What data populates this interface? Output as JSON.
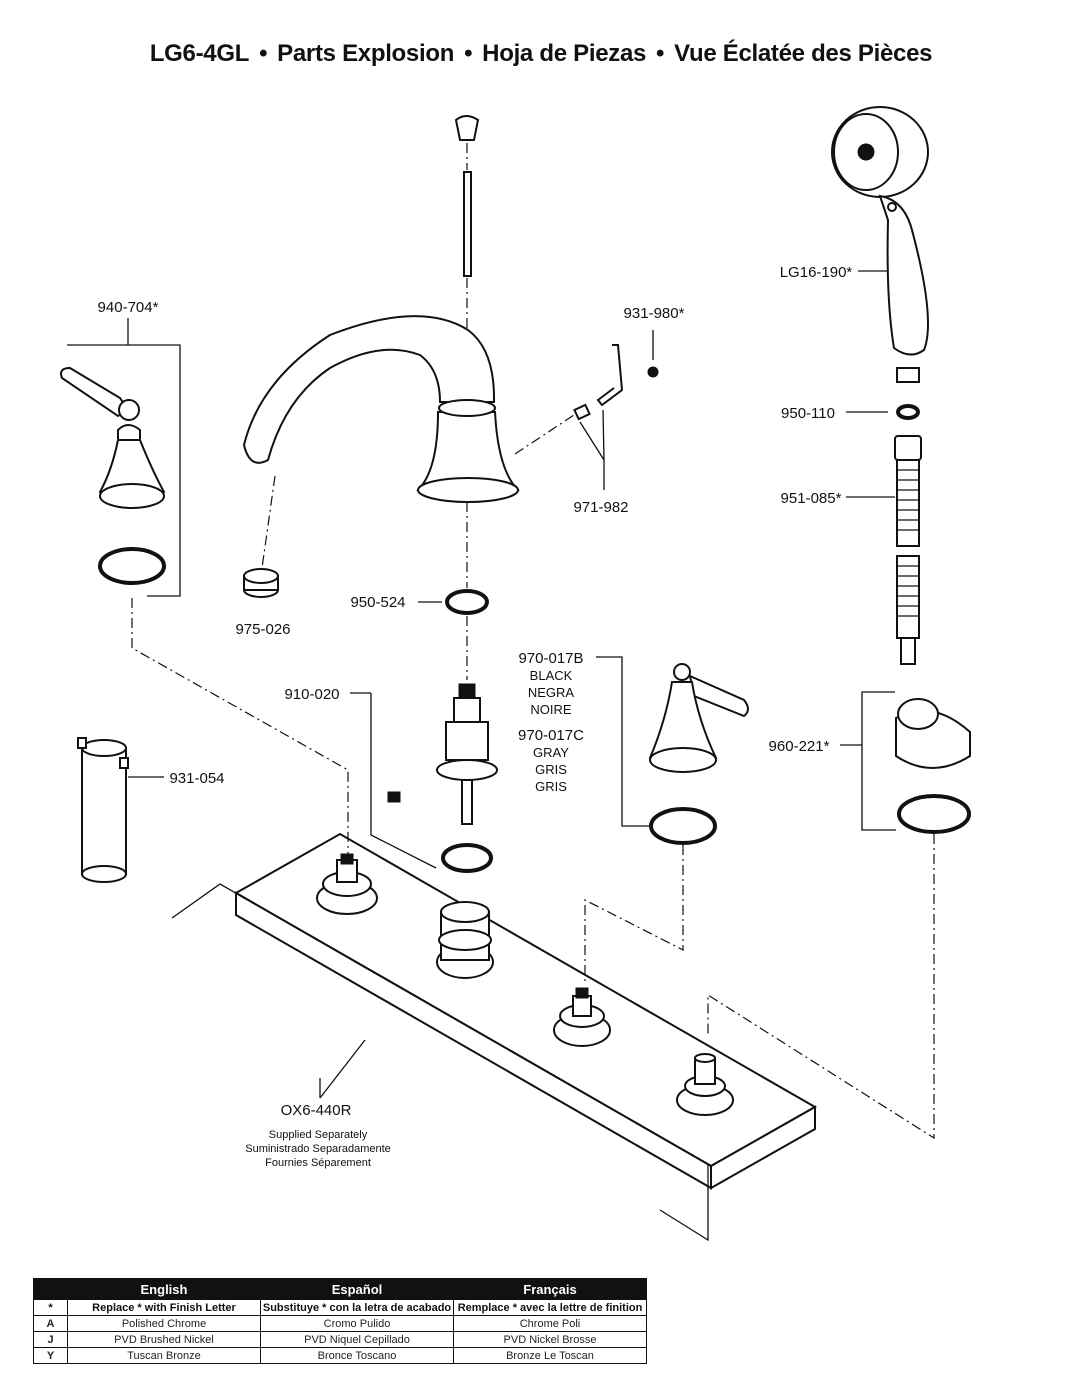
{
  "title": {
    "model": "LG6-4GL",
    "en": "Parts Explosion",
    "es": "Hoja de Piezas",
    "fr": "Vue Éclatée des Pièces",
    "separator": "•"
  },
  "parts": {
    "p940_704": "940-704*",
    "p931_980": "931-980*",
    "p971_982": "971-982",
    "p975_026": "975-026",
    "p950_524": "950-524",
    "p910_020": "910-020",
    "p931_054": "931-054",
    "p970_017b": "970-017B",
    "black_en": "BLACK",
    "black_es": "NEGRA",
    "black_fr": "NOIRE",
    "p970_017c": "970-017C",
    "gray_en": "GRAY",
    "gray_es": "GRIS",
    "gray_fr": "GRIS",
    "pLG16_190": "LG16-190*",
    "p950_110": "950-110",
    "p951_085": "951-085*",
    "p960_221": "960-221*",
    "pOX6_440R": "OX6-440R",
    "supplied_en": "Supplied Separately",
    "supplied_es": "Suministrado Separadamente",
    "supplied_fr": "Fournies Séparement"
  },
  "finish_table": {
    "headers": [
      "English",
      "Español",
      "Français"
    ],
    "rows": [
      {
        "code": "*",
        "en": "Replace * with Finish Letter",
        "es": "Substituye * con la letra de acabado",
        "fr": "Remplace * avec la lettre de finition"
      },
      {
        "code": "A",
        "en": "Polished Chrome",
        "es": "Cromo Pulido",
        "fr": "Chrome Poli"
      },
      {
        "code": "J",
        "en": "PVD Brushed Nickel",
        "es": "PVD Niquel Cepillado",
        "fr": "PVD Nickel Brosse"
      },
      {
        "code": "Y",
        "en": "Tuscan Bronze",
        "es": "Bronce Toscano",
        "fr": "Bronze Le Toscan"
      }
    ]
  }
}
